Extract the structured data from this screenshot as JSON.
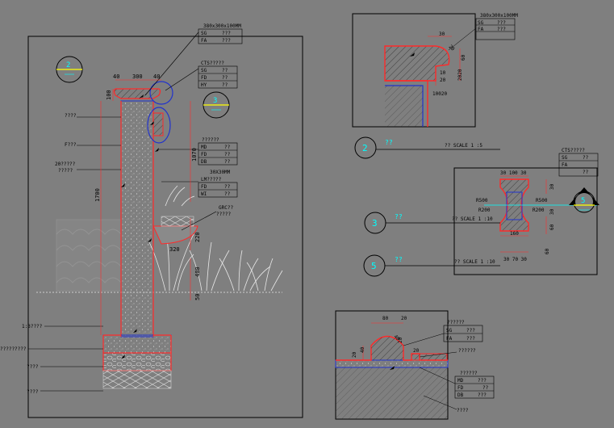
{
  "colors": {
    "background": "#7f7f7f",
    "line": "#000000",
    "outline_red": "#ff2a2a",
    "blue": "#2233cc",
    "cyan": "#00ffff",
    "yellow": "#ffff00",
    "white": "#e8e8e8"
  },
  "main": {
    "dims": {
      "d40a": "40",
      "d300": "300",
      "d40b": "40",
      "d100": "100",
      "d1700": "1700",
      "d1070": "1070",
      "d220": "220",
      "d320": "320",
      "d400": "400",
      "d50": "50"
    },
    "callout2_number": "2",
    "callout3_number": "3",
    "tags": {
      "top": {
        "title": "380x300x100MM",
        "rows": [
          [
            "SG",
            "???"
          ],
          [
            "FA",
            "???"
          ]
        ]
      },
      "cts": {
        "title": "CTS?????",
        "rows": [
          [
            "SG",
            "??"
          ],
          [
            "FD",
            "??"
          ],
          [
            "HY",
            "??"
          ]
        ]
      },
      "mid": {
        "title": "??????",
        "rows": [
          [
            "MD",
            "??"
          ],
          [
            "FD",
            "??"
          ],
          [
            "DB",
            "??"
          ]
        ]
      },
      "lm": {
        "title": "30X30MM",
        "sub": "LM?????",
        "rows": [
          [
            "FD",
            "??"
          ],
          [
            "WI",
            "??"
          ]
        ]
      }
    },
    "grc_label": "GRC??",
    "grc_sub": "?????",
    "left_labels": [
      "????",
      "F???",
      "20?????",
      "?????",
      "1:3????",
      "?????????",
      "????",
      "????"
    ]
  },
  "detail2": {
    "tag": {
      "title": "380x300x100MM",
      "rows": [
        [
          "SG",
          "???"
        ],
        [
          "FA",
          "???"
        ]
      ]
    },
    "dims": {
      "d30": "30",
      "d20": "20",
      "d60": "60",
      "d2020": "2020",
      "d10": "10",
      "d20b": "20",
      "d10020": "10020"
    },
    "marker": "2",
    "marker_label": "??",
    "scale": "?? SCALE 1 :5"
  },
  "detail3": {
    "tag": {
      "title": "CTS?????",
      "rows": [
        [
          "SG",
          "??"
        ],
        [
          "FA",
          "??"
        ]
      ]
    },
    "dims": {
      "top": "30 100 30",
      "r500l": "R500",
      "r200l": "R200",
      "r500r": "R500",
      "r200r": "R200",
      "w160": "160",
      "bot": "30 70 30",
      "v30a": "30",
      "v30b": "30",
      "v60": "60",
      "v60b": "60"
    },
    "marker3": "3",
    "marker3_label": "??",
    "scale3": "?? SCALE 1 :10",
    "marker5": "5",
    "marker5_label": "??",
    "scale5": "?? SCALE 1 :10",
    "section_marker": "5"
  },
  "detail4": {
    "dims": {
      "d80": "80",
      "d20a": "20",
      "d20b": "20",
      "d40": "40",
      "d20c": "20",
      "d40b": "40",
      "d20d": "20"
    },
    "tag1": {
      "title": "??????",
      "rows": [
        [
          "SG",
          "???"
        ],
        [
          "FA",
          "???"
        ]
      ]
    },
    "tag_mid": "??????",
    "tag2": {
      "title": "??????",
      "rows": [
        [
          "MD",
          "???"
        ],
        [
          "FD",
          "??"
        ],
        [
          "DB",
          "???"
        ]
      ]
    },
    "bottom_label": "????"
  }
}
